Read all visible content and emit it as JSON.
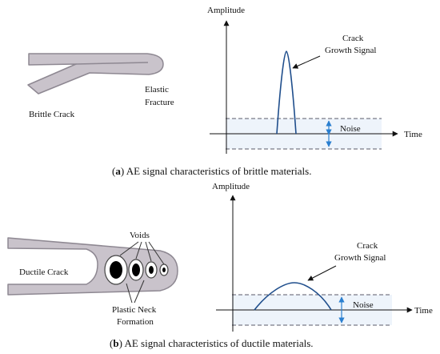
{
  "panel_a": {
    "left_labels": {
      "brittle_crack": "Brittle  Crack",
      "elastic_line1": "Elastic",
      "elastic_line2": "Fracture"
    },
    "y_axis_label": "Amplitude",
    "x_axis_label": "Time",
    "signal_label_line1": "Crack",
    "signal_label_line2": "Growth Signal",
    "noise_label": "Noise",
    "caption_open": "(",
    "caption_letter": "a",
    "caption_rest": ") AE signal characteristics of brittle materials."
  },
  "panel_b": {
    "left_labels": {
      "voids": "Voids",
      "ductile_crack": "Ductile  Crack",
      "plastic_line1": "Plastic Neck",
      "plastic_line2": "Formation"
    },
    "y_axis_label": "Amplitude",
    "x_axis_label": "Time",
    "signal_label_line1": "Crack",
    "signal_label_line2": "Growth Signal",
    "noise_label": "Noise",
    "caption_open": "(",
    "caption_letter": "b",
    "caption_rest": ") AE signal characteristics of ductile materials."
  },
  "colors": {
    "specimen_fill": "#c9c3cb",
    "specimen_stroke": "#8e8892",
    "signal_line": "#1f4e8c",
    "noise_band": "#eef4fb",
    "noise_dash": "#5a5a6a",
    "noise_arrow": "#2a7fd0"
  }
}
